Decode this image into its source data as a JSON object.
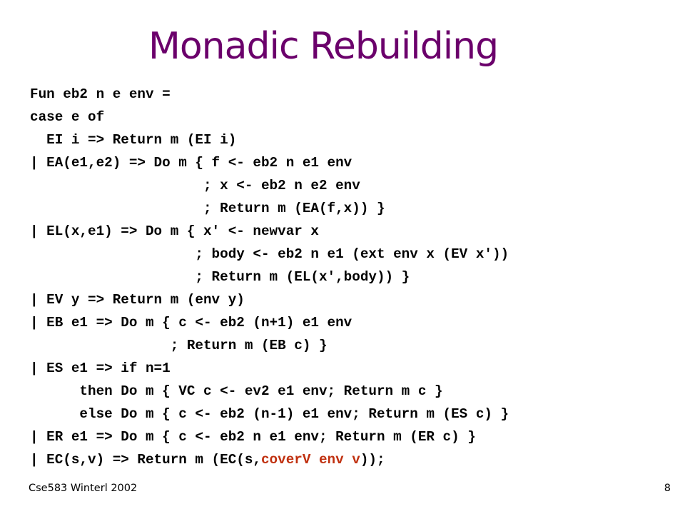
{
  "slide": {
    "title": "Monadic Rebuilding",
    "code_lines": [
      "Fun eb2 n e env =",
      "case e of",
      "  EI i => Return m (EI i)",
      "| EA(e1,e2) => Do m { f <- eb2 n e1 env",
      "                     ; x <- eb2 n e2 env",
      "                     ; Return m (EA(f,x)) }",
      "| EL(x,e1) => Do m { x' <- newvar x",
      "                    ; body <- eb2 n e1 (ext env x (EV x'))",
      "                    ; Return m (EL(x',body)) }",
      "| EV y => Return m (env y)",
      "| EB e1 => Do m { c <- eb2 (n+1) e1 env",
      "                 ; Return m (EB c) }",
      "| ES e1 => if n=1",
      "      then Do m { VC c <- ev2 e1 env; Return m c }",
      "      else Do m { c <- eb2 (n-1) e1 env; Return m (ES c) }",
      "| ER e1 => Do m { c <- eb2 n e1 env; Return m (ER c) }"
    ],
    "last_line": {
      "prefix": "| EC(s,v) => Return m (EC(s,",
      "highlight": "coverV env v",
      "suffix": "));"
    },
    "footer": {
      "left": "Cse583 Winterl 2002",
      "page_number": "8"
    }
  },
  "colors": {
    "title": "#6b006b",
    "code_text": "#000000",
    "highlight": "#c0300f",
    "background": "#ffffff"
  }
}
